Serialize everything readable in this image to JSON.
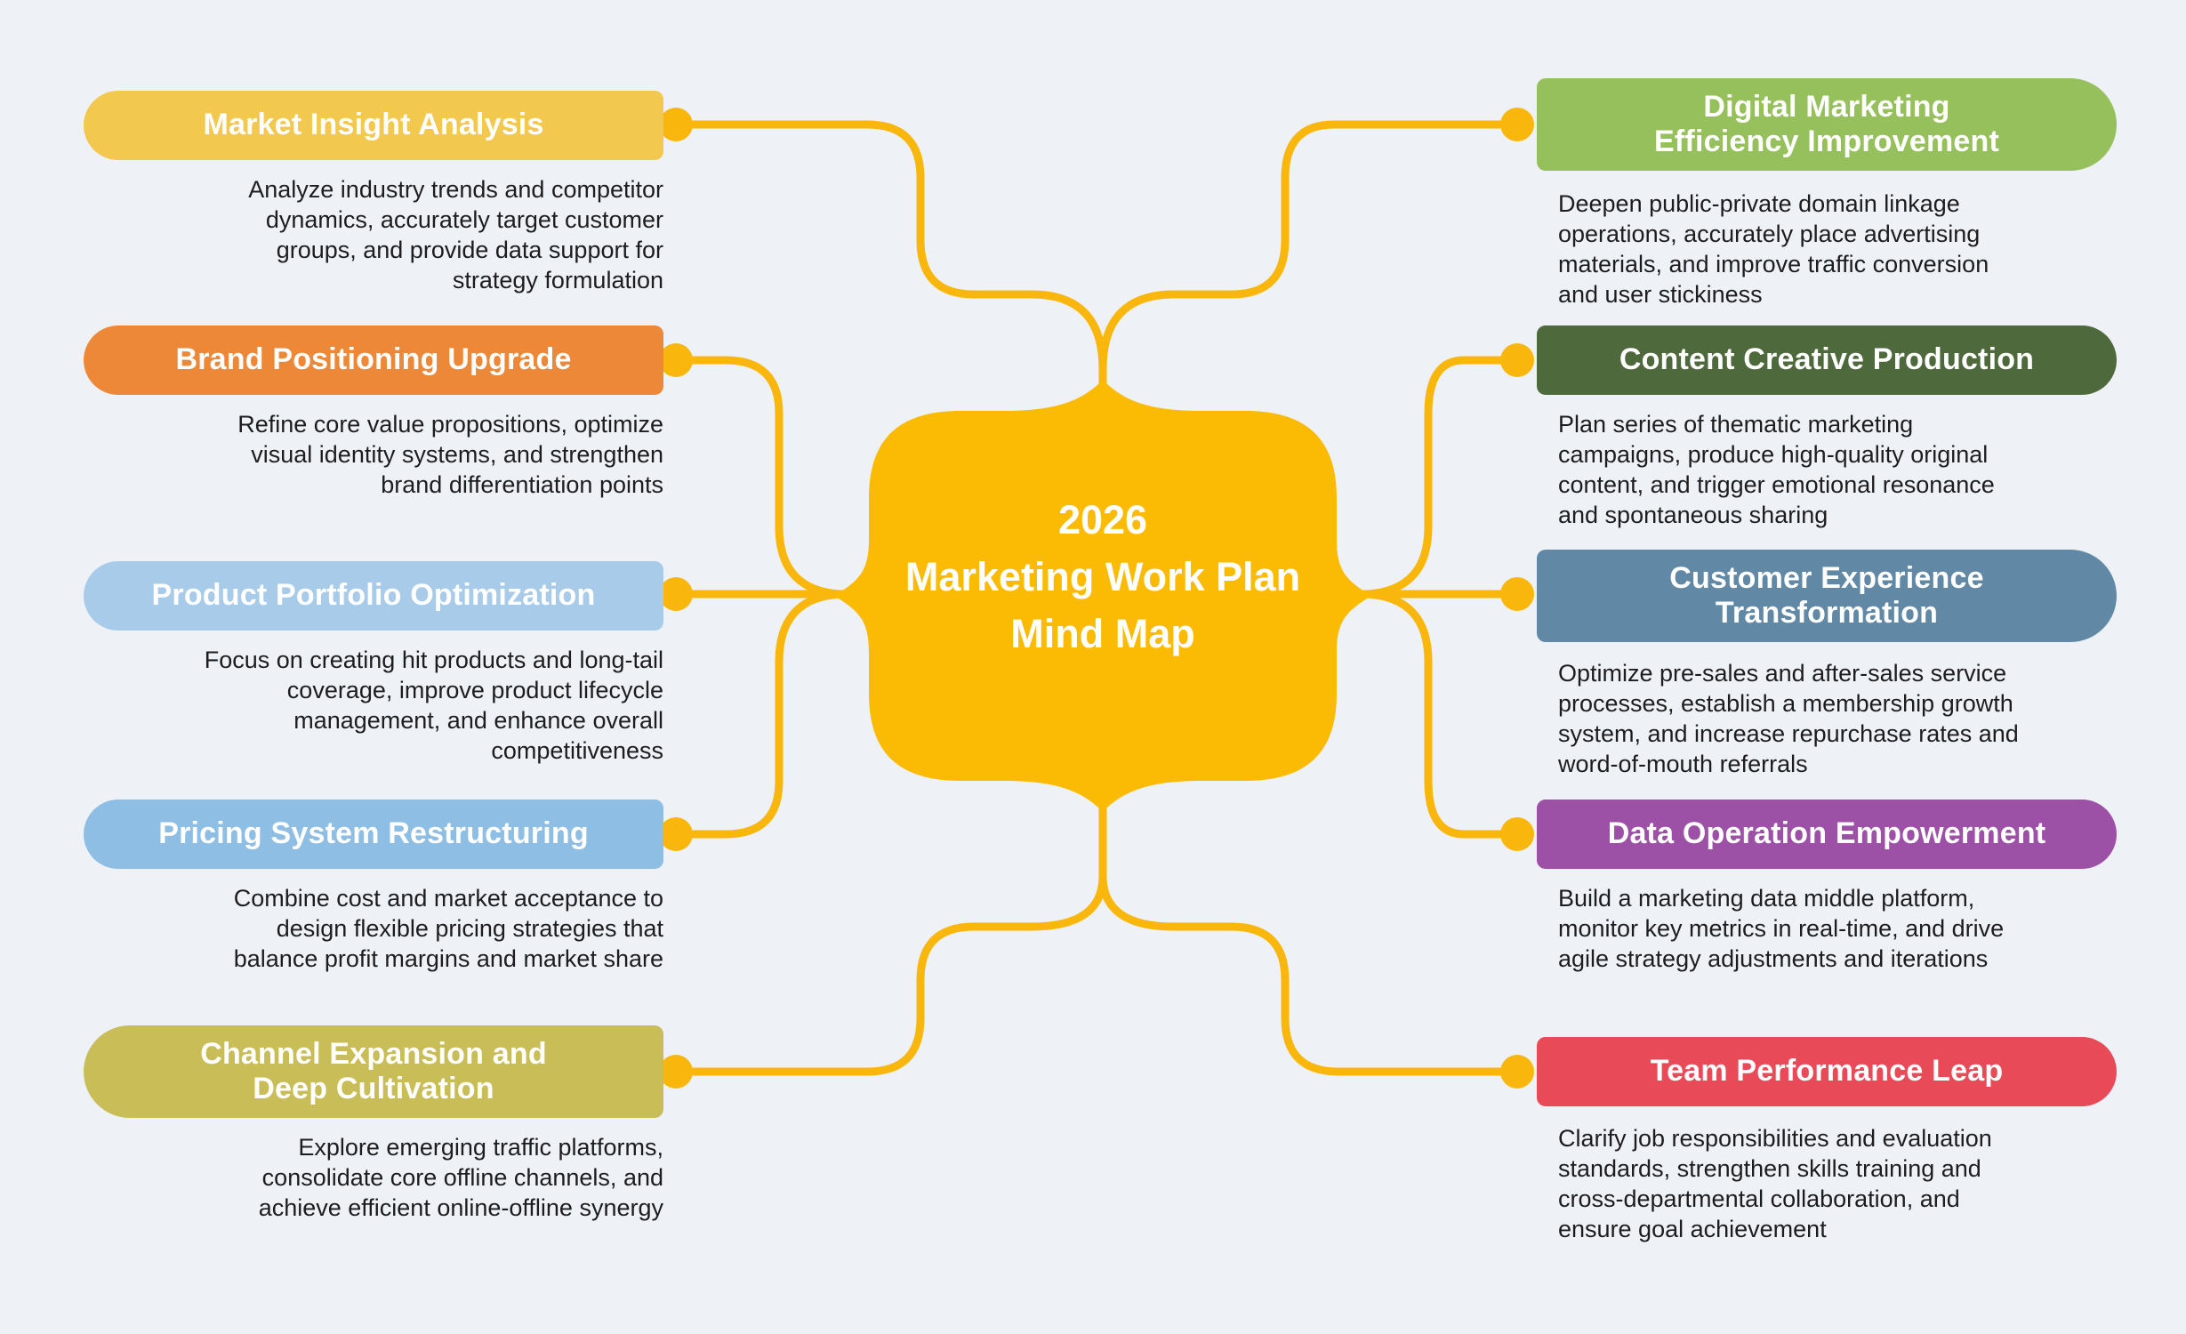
{
  "canvas": {
    "background": "#EEF2F7"
  },
  "connectors": {
    "color": "#F9B70D"
  },
  "center": {
    "title_lines": [
      "2026",
      "Marketing Work Plan",
      "Mind Map"
    ],
    "fill": "#FBBB05",
    "text_color": "#FFFFFF"
  },
  "branches": {
    "left": [
      {
        "title_lines": [
          "Market Insight Analysis"
        ],
        "color": "#F2C84F",
        "desc_lines": [
          "Analyze industry trends and competitor",
          "dynamics, accurately target customer",
          "groups, and provide data support for",
          "strategy formulation"
        ]
      },
      {
        "title_lines": [
          "Brand Positioning Upgrade"
        ],
        "color": "#EE8839",
        "desc_lines": [
          "Refine core value propositions, optimize",
          "visual identity systems, and strengthen",
          "brand differentiation points"
        ]
      },
      {
        "title_lines": [
          "Product Portfolio Optimization"
        ],
        "color": "#A9CBEA",
        "desc_lines": [
          "Focus on creating hit products and long-tail",
          "coverage, improve product lifecycle",
          "management, and enhance overall",
          "competitiveness"
        ]
      },
      {
        "title_lines": [
          "Pricing System Restructuring"
        ],
        "color": "#8FBEE4",
        "desc_lines": [
          "Combine cost and market acceptance to",
          "design flexible pricing strategies that",
          "balance profit margins and market share"
        ]
      },
      {
        "title_lines": [
          "Channel Expansion and",
          "Deep Cultivation"
        ],
        "color": "#C9BD58",
        "desc_lines": [
          "Explore emerging traffic platforms,",
          "consolidate core offline channels, and",
          "achieve efficient online-offline synergy"
        ]
      }
    ],
    "right": [
      {
        "title_lines": [
          "Digital Marketing",
          "Efficiency Improvement"
        ],
        "color": "#96C05B",
        "desc_lines": [
          "Deepen public-private domain linkage",
          "operations, accurately place advertising",
          "materials, and improve traffic conversion",
          "and user stickiness"
        ]
      },
      {
        "title_lines": [
          "Content Creative Production"
        ],
        "color": "#4E693B",
        "desc_lines": [
          "Plan series of thematic marketing",
          "campaigns, produce high-quality original",
          "content, and trigger emotional resonance",
          "and spontaneous sharing"
        ]
      },
      {
        "title_lines": [
          "Customer Experience",
          "Transformation"
        ],
        "color": "#6189A6",
        "desc_lines": [
          "Optimize pre-sales and after-sales service",
          "processes, establish a membership growth",
          "system, and increase repurchase rates and",
          "word-of-mouth referrals"
        ]
      },
      {
        "title_lines": [
          "Data Operation Empowerment"
        ],
        "color": "#9C50A6",
        "desc_lines": [
          "Build a marketing data middle platform,",
          "monitor key metrics in real-time, and drive",
          "agile strategy adjustments and iterations"
        ]
      },
      {
        "title_lines": [
          "Team Performance Leap"
        ],
        "color": "#E84A57",
        "desc_lines": [
          "Clarify job responsibilities and evaluation",
          "standards, strengthen skills training and",
          "cross-departmental collaboration, and",
          "ensure goal achievement"
        ]
      }
    ]
  }
}
